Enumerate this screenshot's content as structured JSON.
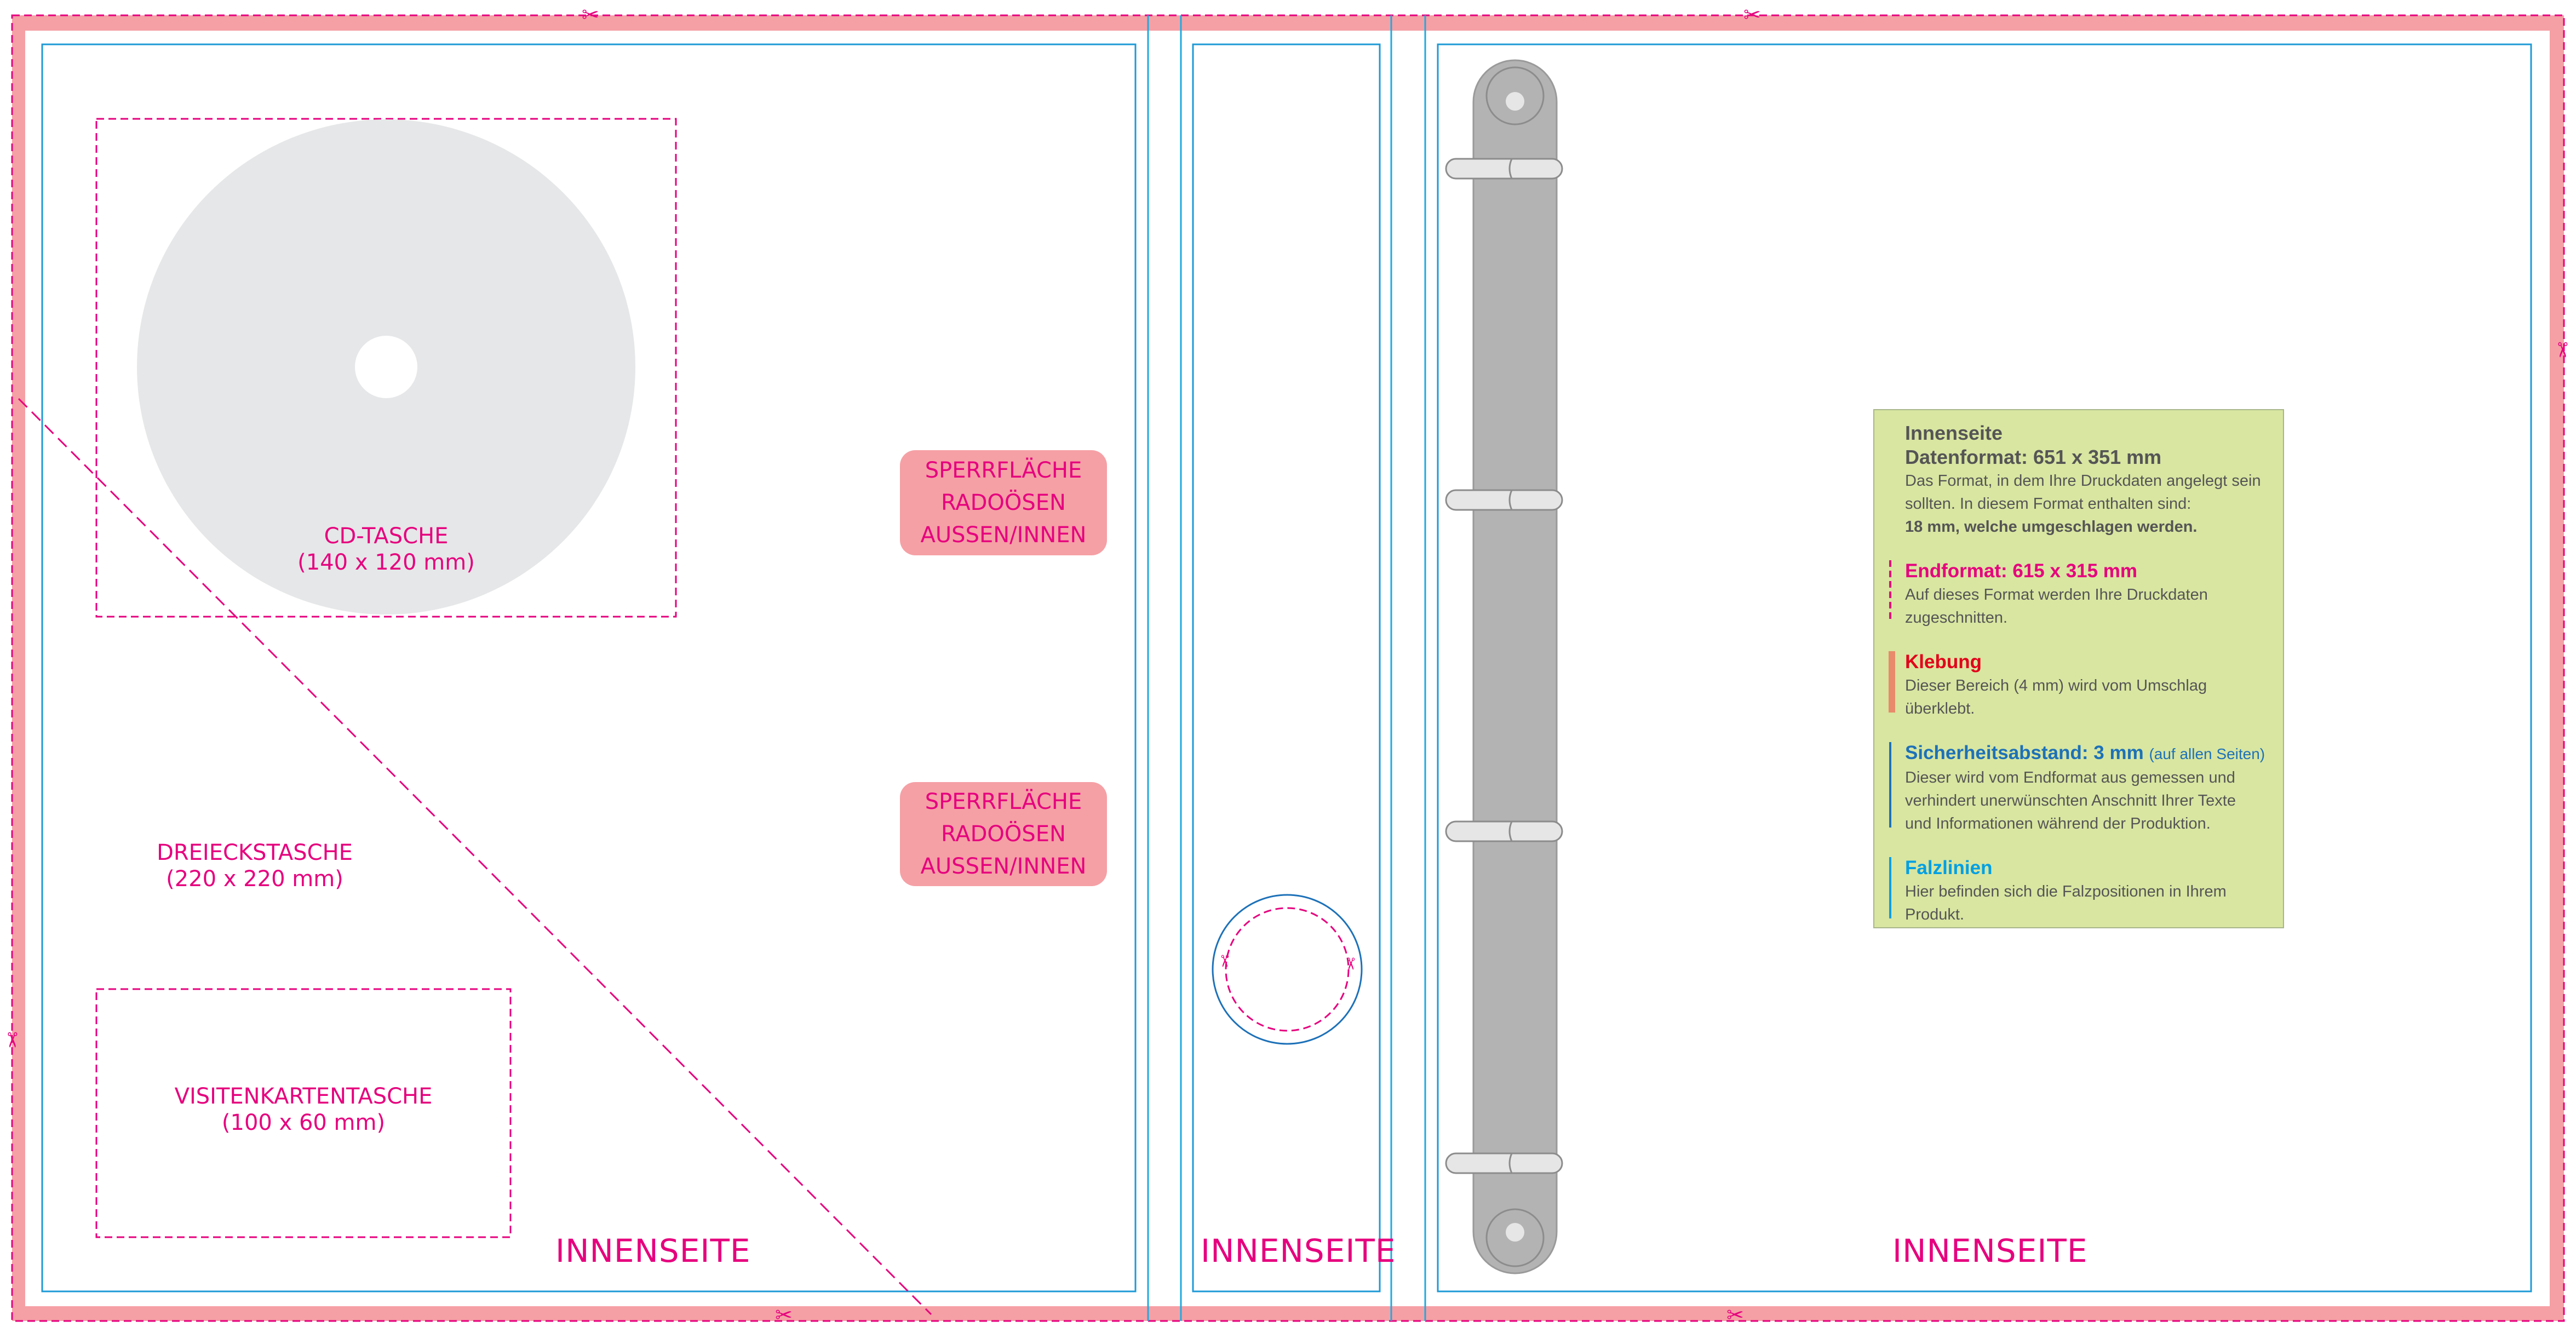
{
  "colors": {
    "bleed": "#f5a0a5",
    "cut_line": "#e6007e",
    "safety_line": "#1e9ad6",
    "fold_line": "#1eaadf",
    "mechanism": "#b3b3b3",
    "cd_disc": "#e6e7e8",
    "info_box": "#d8e6a1"
  },
  "pockets": {
    "cd": {
      "name": "CD-TASCHE",
      "size": "(140 x 120 mm)"
    },
    "triangle": {
      "name": "DREIECKSTASCHE",
      "size": "(220 x 220 mm)"
    },
    "business_card": {
      "name": "VISITENKARTENTASCHE",
      "size": "(100 x 60 mm)"
    }
  },
  "sperrflaeche": {
    "top": [
      "SPERRFLÄCHE",
      "RADOÖSEN",
      "AUSSEN/INNEN"
    ],
    "bottom": [
      "SPERRFLÄCHE",
      "RADOÖSEN",
      "AUSSEN/INNEN"
    ]
  },
  "page_labels": {
    "left": "INNENSEITE",
    "spine": "INNENSEITE",
    "right": "INNENSEITE"
  },
  "info": {
    "title": "Innenseite",
    "data_format": "Datenformat: 651 x 351 mm",
    "data_format_text": [
      "Das Format, in dem Ihre Druckdaten angelegt sein",
      "sollten. In diesem Format enthalten sind:"
    ],
    "data_format_bold": "18 mm, welche umgeschlagen werden.",
    "end_format": "Endformat: 615 x 315 mm",
    "end_format_text": [
      "Auf dieses Format werden Ihre Druckdaten",
      "zugeschnitten."
    ],
    "glue": "Klebung",
    "glue_text": [
      "Dieser Bereich (4 mm) wird vom Umschlag",
      "überklebt."
    ],
    "safety": "Sicherheitsabstand: 3 mm",
    "safety_note": "(auf allen Seiten)",
    "safety_text": [
      "Dieser wird vom Endformat aus gemessen und",
      "verhindert unerwünschten Anschnitt Ihrer Texte",
      "und Informationen während der Produktion."
    ],
    "fold": "Falzlinien",
    "fold_text": [
      "Hier befinden sich die Falzpositionen in Ihrem",
      "Produkt."
    ]
  },
  "info_colors": {
    "end_format": "#e6007e",
    "glue": "#e2001a",
    "glue_bar": "#e88a6b",
    "safety": "#1d71b8",
    "fold": "#009fe3"
  },
  "icons": [
    "scissors-icon",
    "ring-mechanism-icon",
    "cd-icon",
    "finger-hole-icon"
  ]
}
